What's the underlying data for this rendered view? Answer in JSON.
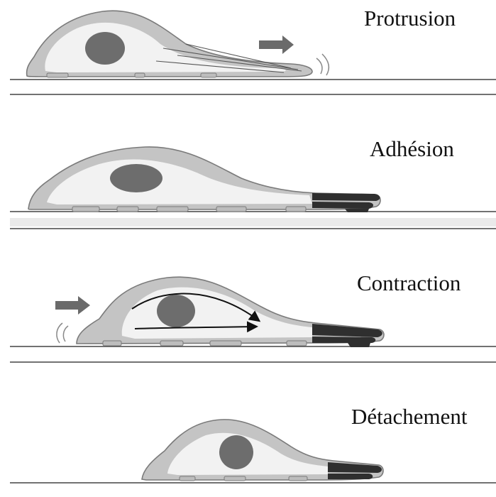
{
  "stages": [
    {
      "id": "protrusion",
      "label": "Protrusion"
    },
    {
      "id": "adhesion",
      "label": "Adhésion"
    },
    {
      "id": "contraction",
      "label": "Contraction"
    },
    {
      "id": "detachment",
      "label": "Détachement"
    }
  ],
  "colors": {
    "cell_outline": "#7a7a7a",
    "cell_cortex": "#c4c4c4",
    "cytoplasm": "#f2f2f2",
    "nucleus": "#6d6d6d",
    "adhesion_complex": "#2f2f2f",
    "arrow": "#6a6a6a",
    "substrate_line": "#444444",
    "text": "#111111"
  }
}
